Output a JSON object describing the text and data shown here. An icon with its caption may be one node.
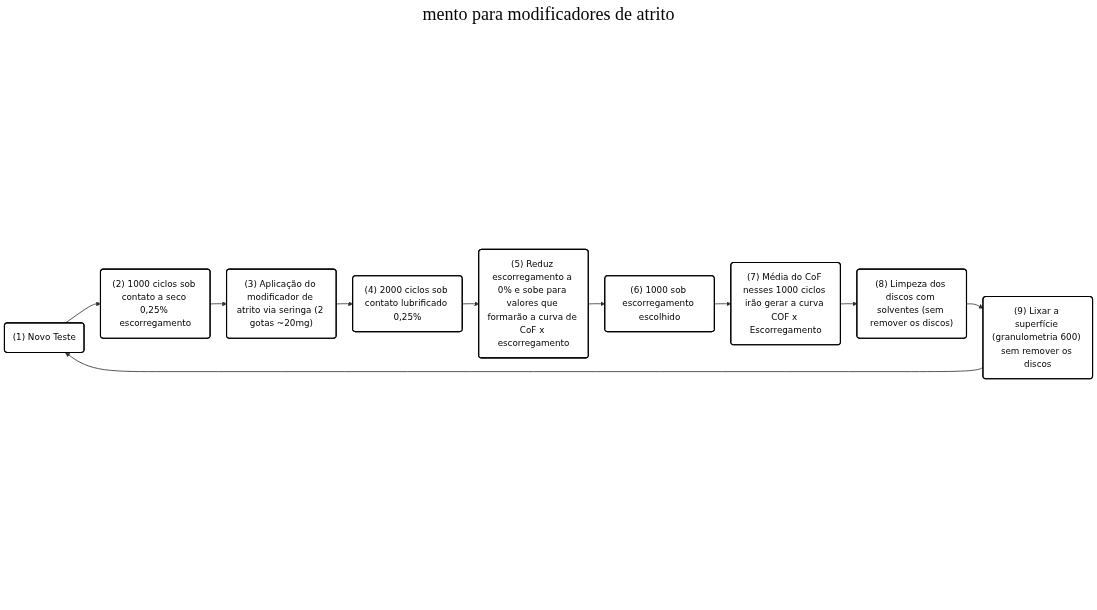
{
  "diagram": {
    "nodes": [
      {
        "text": [
          "(1) Novo Teste"
        ]
      },
      {
        "text": [
          "(2) 1000 ciclos sob contato a seco 0,25% escorregamento"
        ]
      },
      {
        "text": [
          "(3) Aplicação do modificador de atrito via seringa (2 gotas ~20mg)"
        ]
      },
      {
        "text": [
          "(4) 2000 ciclos sob contato lubrificado 0,25%"
        ]
      },
      {
        "text": [
          "(5) Reduz escorregamento a 0% e sobe para valores que formarão a curva de CoF x escorregamento"
        ]
      },
      {
        "text": [
          "(6) 1000 sob escorregamento escolhido"
        ]
      },
      {
        "text": [
          "(7) Média do CoF nesses 1000 ciclos irão gerar a curva COF x Escorregamento"
        ]
      },
      {
        "text": [
          "(8) Limpeza dos discos com solventes (sem remover os discos)"
        ]
      },
      {
        "text": [
          "(9) Lixar a superfície (granulometria 600) sem remover os discos"
        ]
      }
    ],
    "edges": [
      {
        "from": 0,
        "to": 1,
        "arrow": "to"
      },
      {
        "from": 1,
        "to": 2,
        "arrow": "to"
      },
      {
        "from": 2,
        "to": 3,
        "arrow": "to"
      },
      {
        "from": 3,
        "to": 4,
        "arrow": "to"
      },
      {
        "from": 4,
        "to": 5,
        "arrow": "to"
      },
      {
        "from": 5,
        "to": 6,
        "arrow": "to"
      },
      {
        "from": 6,
        "to": 7,
        "arrow": "to"
      },
      {
        "from": 7,
        "to": 8,
        "arrow": "to"
      },
      {
        "from": 8,
        "to": 0,
        "arrow": "to"
      }
    ],
    "labels": [
      "mento para modificadores de atrito"
    ]
  }
}
